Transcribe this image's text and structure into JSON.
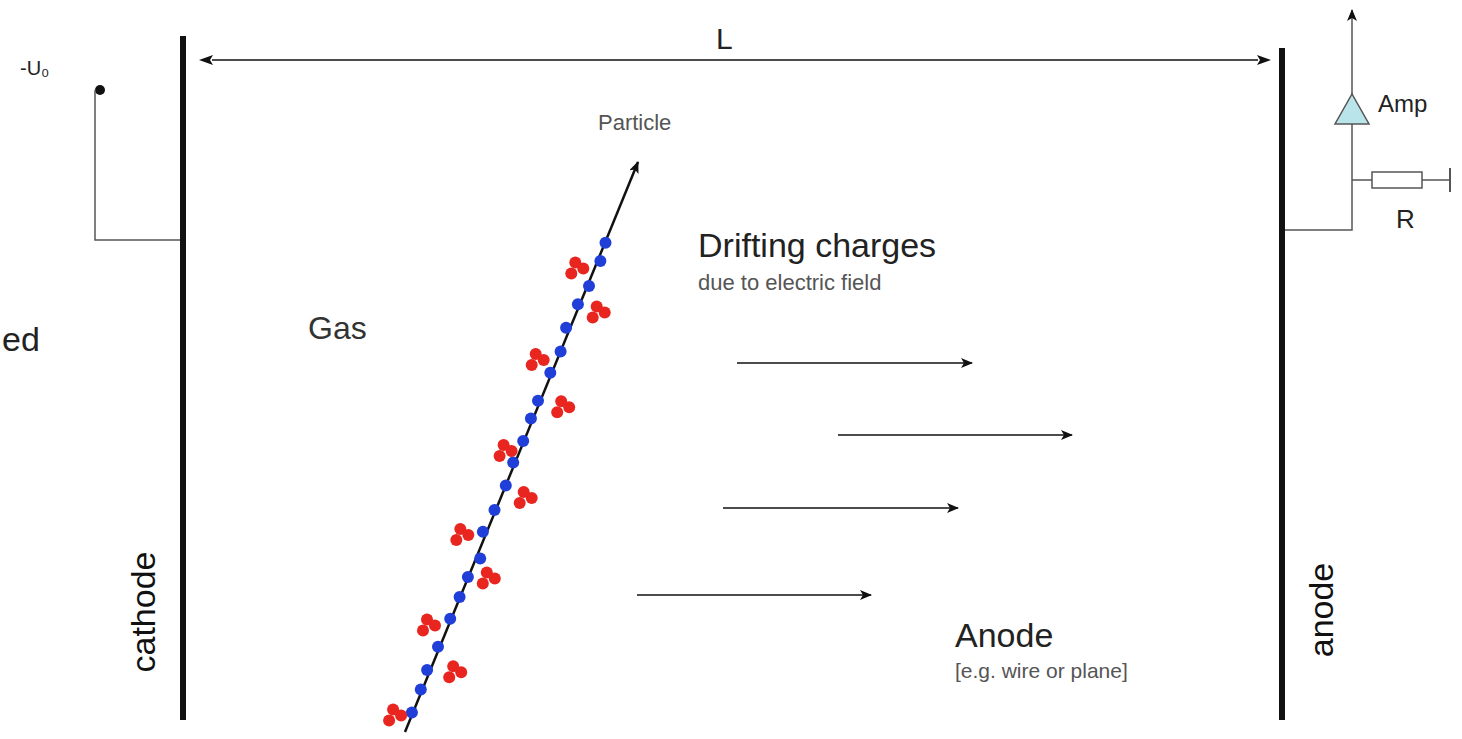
{
  "diagram": {
    "labels": [
      "L",
      "-U₀",
      "Particle",
      "Gas",
      "Drifting charges",
      "due to electric field",
      "Anode",
      "[e.g. wire or plane]",
      "cathode",
      "anode",
      "Amp",
      "R",
      "ed"
    ]
  }
}
